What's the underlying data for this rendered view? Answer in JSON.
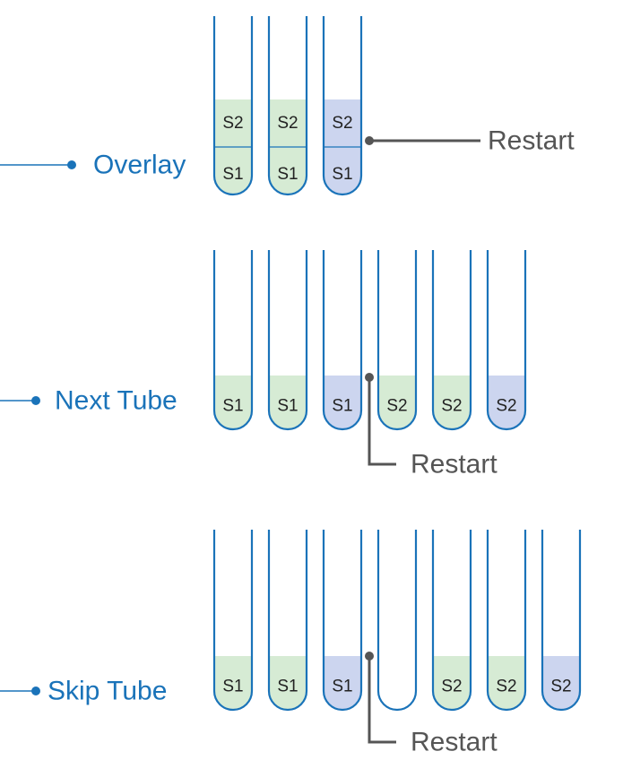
{
  "colors": {
    "blue": "#1a73b9",
    "gray": "#555555",
    "green_fill": "#d6ebd4",
    "lavender_fill": "#ccd5ef",
    "tube_text": "#222222",
    "background": "#ffffff"
  },
  "sections": [
    {
      "id": "overlay",
      "option_label": "Overlay",
      "restart_label": "Restart",
      "tubes": [
        {
          "layers": [
            {
              "label": "S1",
              "fill": "green"
            },
            {
              "label": "S2",
              "fill": "green"
            }
          ]
        },
        {
          "layers": [
            {
              "label": "S1",
              "fill": "green"
            },
            {
              "label": "S2",
              "fill": "green"
            }
          ]
        },
        {
          "layers": [
            {
              "label": "S1",
              "fill": "lavender"
            },
            {
              "label": "S2",
              "fill": "lavender"
            }
          ]
        }
      ]
    },
    {
      "id": "next-tube",
      "option_label": "Next Tube",
      "restart_label": "Restart",
      "tubes": [
        {
          "layers": [
            {
              "label": "S1",
              "fill": "green"
            }
          ]
        },
        {
          "layers": [
            {
              "label": "S1",
              "fill": "green"
            }
          ]
        },
        {
          "layers": [
            {
              "label": "S1",
              "fill": "lavender"
            }
          ]
        },
        {
          "layers": [
            {
              "label": "S2",
              "fill": "green"
            }
          ]
        },
        {
          "layers": [
            {
              "label": "S2",
              "fill": "green"
            }
          ]
        },
        {
          "layers": [
            {
              "label": "S2",
              "fill": "lavender"
            }
          ]
        }
      ]
    },
    {
      "id": "skip-tube",
      "option_label": "Skip Tube",
      "restart_label": "Restart",
      "tubes": [
        {
          "layers": [
            {
              "label": "S1",
              "fill": "green"
            }
          ]
        },
        {
          "layers": [
            {
              "label": "S1",
              "fill": "green"
            }
          ]
        },
        {
          "layers": [
            {
              "label": "S1",
              "fill": "lavender"
            }
          ]
        },
        {
          "layers": []
        },
        {
          "layers": [
            {
              "label": "S2",
              "fill": "green"
            }
          ]
        },
        {
          "layers": [
            {
              "label": "S2",
              "fill": "green"
            }
          ]
        },
        {
          "layers": [
            {
              "label": "S2",
              "fill": "lavender"
            }
          ]
        }
      ]
    }
  ]
}
